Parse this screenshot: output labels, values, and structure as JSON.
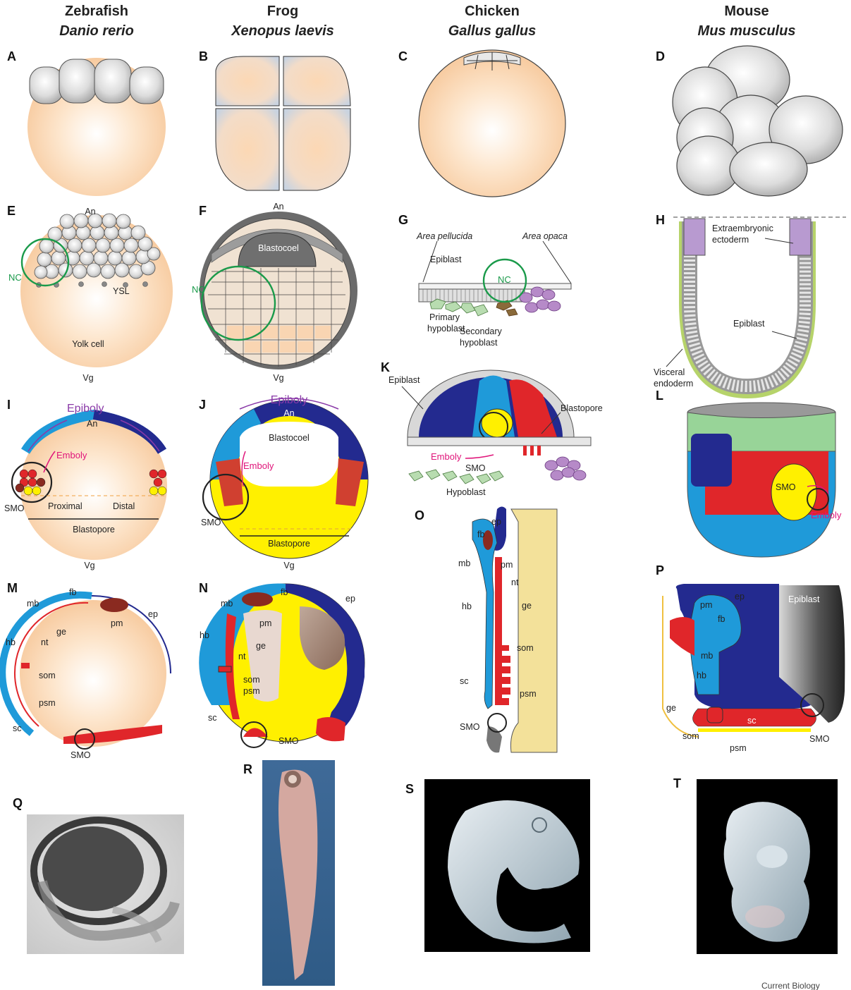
{
  "species": [
    {
      "common": "Zebrafish",
      "latin": "Danio rerio"
    },
    {
      "common": "Frog",
      "latin": "Xenopus laevis"
    },
    {
      "common": "Chicken",
      "latin": "Gallus gallus"
    },
    {
      "common": "Mouse",
      "latin": "Mus musculus"
    }
  ],
  "panel_letters": [
    "A",
    "B",
    "C",
    "D",
    "E",
    "F",
    "G",
    "H",
    "I",
    "J",
    "K",
    "L",
    "M",
    "N",
    "O",
    "P",
    "Q",
    "R",
    "S",
    "T"
  ],
  "labels": {
    "an": "An",
    "vg": "Vg",
    "nc": "NC",
    "ysl": "YSL",
    "yolk_cell": "Yolk cell",
    "blastocoel": "Blastocoel",
    "area_pellucida": "Area pellucida",
    "area_opaca": "Area opaca",
    "epiblast": "Epiblast",
    "primary_hypoblast_1": "Primary",
    "primary_hypoblast_2": "hypoblast",
    "secondary_hypoblast_1": "Secondary",
    "secondary_hypoblast_2": "hypoblast",
    "extraembryonic_1": "Extraembryonic",
    "extraembryonic_2": "ectoderm",
    "visceral_1": "Visceral",
    "visceral_2": "endoderm",
    "epiboly": "Epiboly",
    "emboly": "Emboly",
    "smo": "SMO",
    "proximal": "Proximal",
    "distal": "Distal",
    "blastopore": "Blastopore",
    "hypoblast": "Hypoblast",
    "fb": "fb",
    "mb": "mb",
    "hb": "hb",
    "sc": "sc",
    "ep": "ep",
    "pm": "pm",
    "nt": "nt",
    "ge": "ge",
    "som": "som",
    "psm": "psm"
  },
  "credit": "Current Biology",
  "colors": {
    "yolk": "#fcd9b3",
    "cell_grey": "#d9d9d9",
    "light_blue": "#1f9ad9",
    "dark_blue": "#232a8f",
    "red": "#e0262a",
    "dark_red": "#8a2a20",
    "yellow": "#fff000",
    "green": "#1a9a4a",
    "pink": "#e0157a",
    "purple": "#8a3aa8"
  }
}
